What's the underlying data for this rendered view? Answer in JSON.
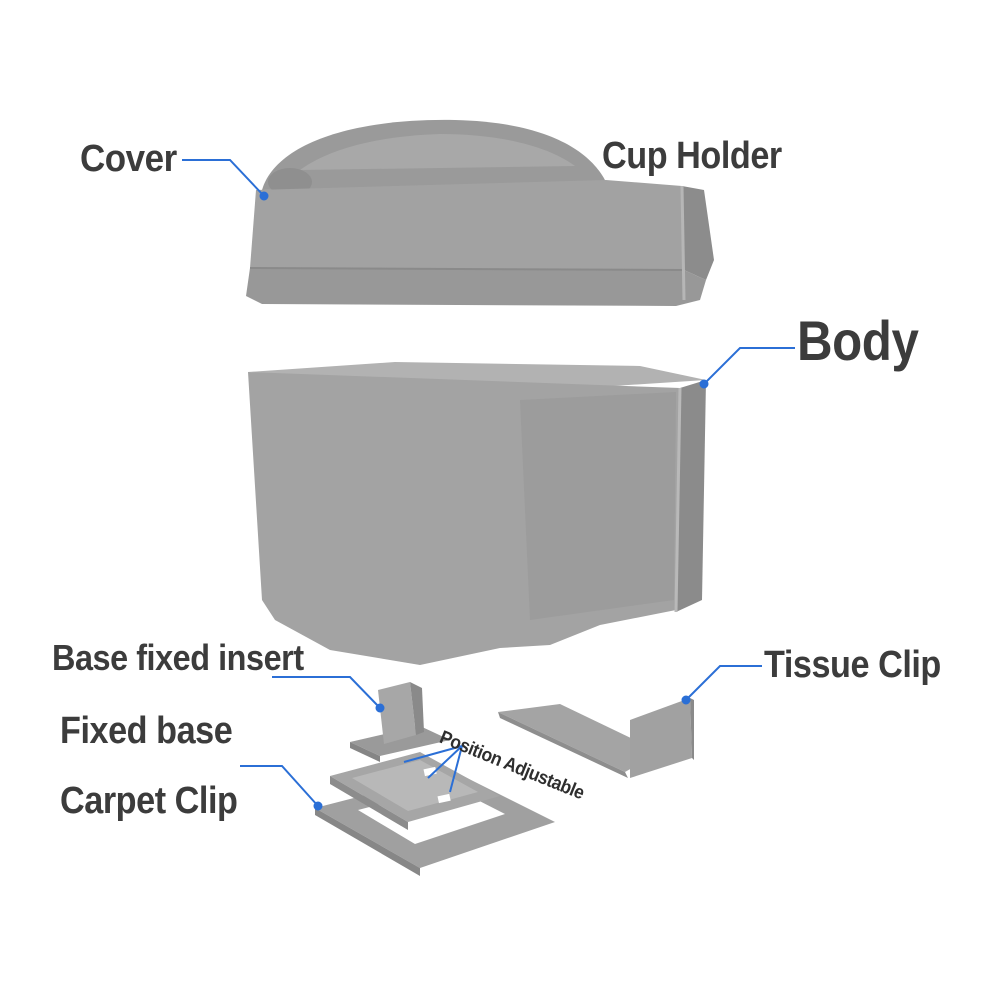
{
  "labels": {
    "cover": "Cover",
    "cup_holder": "Cup Holder",
    "body": "Body",
    "base_fixed_insert": "Base fixed insert",
    "fixed_base": "Fixed base",
    "carpet_clip": "Carpet Clip",
    "tissue_clip": "Tissue Clip",
    "position_adjustable": "Position Adjustable"
  },
  "colors": {
    "part_fill": "#a3a3a3",
    "part_shade": "#8e8e8e",
    "part_light": "#b4b4b4",
    "callout_line": "#2b6fd6",
    "label_text": "#3c3c3c"
  }
}
